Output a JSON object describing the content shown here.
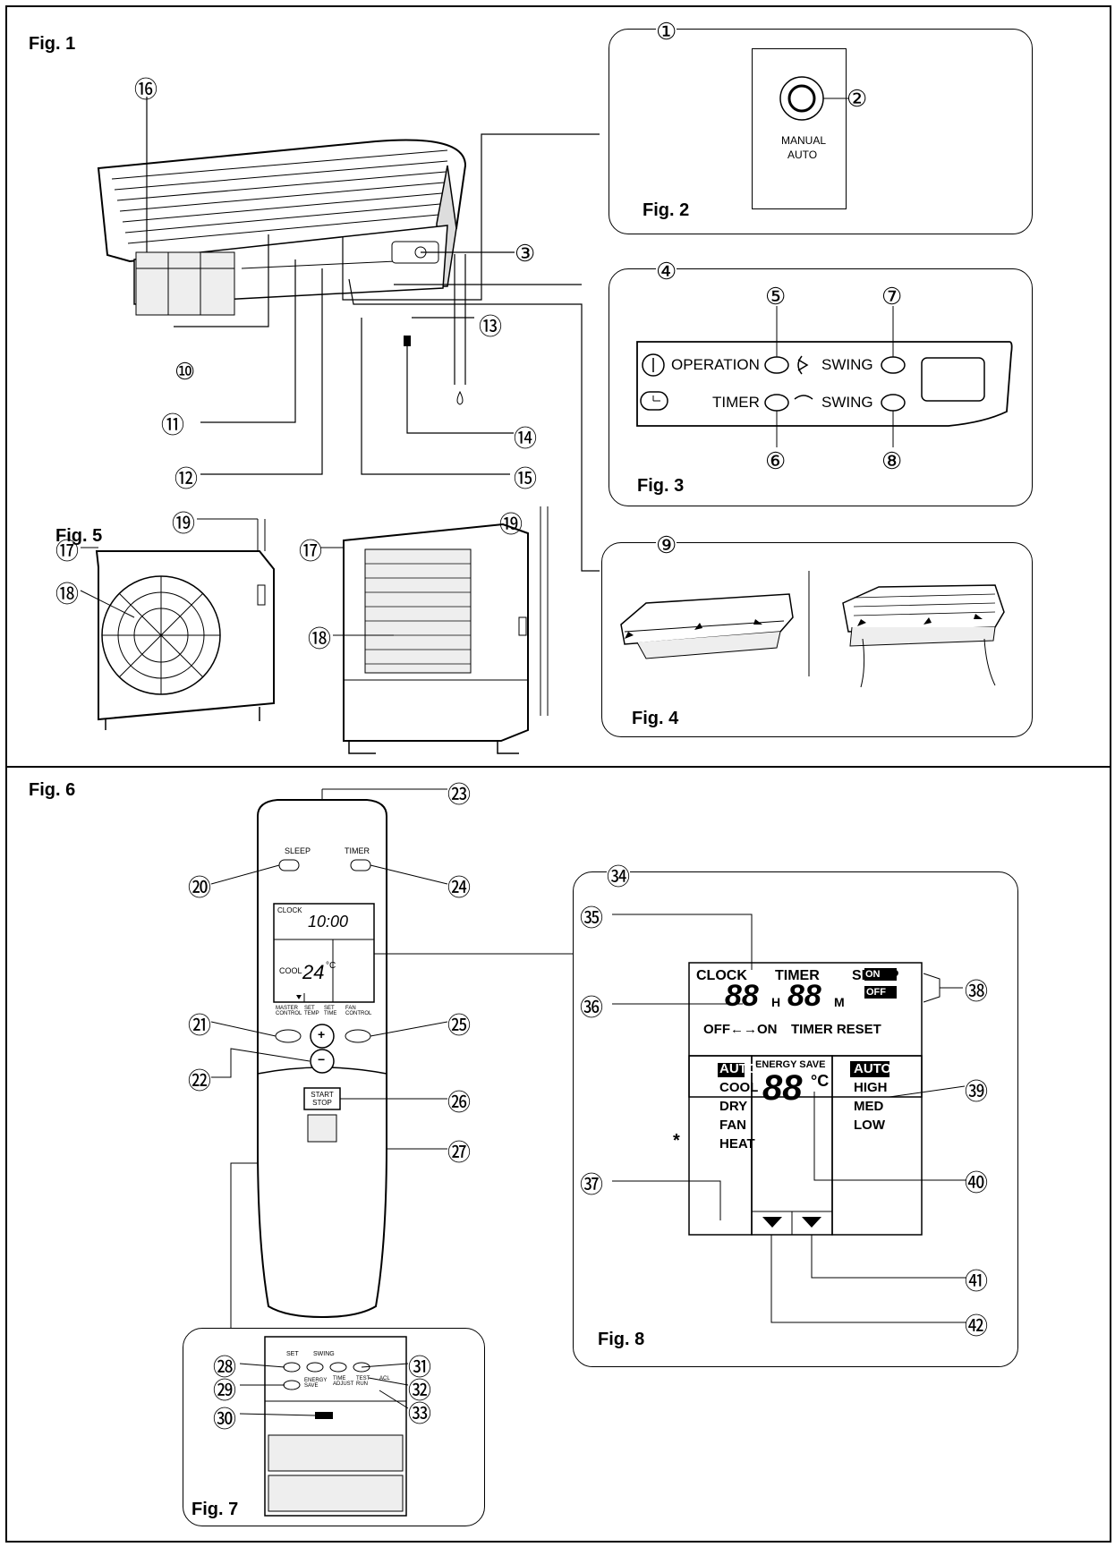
{
  "figures": {
    "fig1": "Fig. 1",
    "fig2": "Fig. 2",
    "fig3": "Fig. 3",
    "fig4": "Fig. 4",
    "fig5": "Fig. 5",
    "fig6": "Fig. 6",
    "fig7": "Fig. 7",
    "fig8": "Fig. 8"
  },
  "fig2": {
    "button_text_1": "MANUAL",
    "button_text_2": "AUTO"
  },
  "fig3": {
    "operation": "OPERATION",
    "swing": "SWING",
    "timer": "TIMER"
  },
  "remote": {
    "sleep": "SLEEP",
    "timer": "TIMER",
    "clock": "CLOCK",
    "time": "10:00",
    "mode": "COOL",
    "temp": "24",
    "unit": "°C",
    "master_control": "MASTER CONTROL",
    "set_temp": "SET TEMP",
    "set_time": "SET TIME",
    "fan_control": "FAN CONTROL",
    "plus": "+",
    "minus": "−",
    "start_stop": "START STOP",
    "back_set": "SET",
    "back_swing": "SWING",
    "back_energy": "ENERGY SAVE",
    "back_time_adjust": "TIME ADJUST",
    "back_test": "TEST RUN",
    "back_acl": "ACL"
  },
  "lcd": {
    "clock": "CLOCK",
    "timer": "TIMER",
    "sleep": "SLEEP",
    "time_digits": "88",
    "h": "H",
    "m": "M",
    "time_digits2": "88",
    "on": "ON",
    "off": "OFF",
    "off_on": "OFF←→ON",
    "timer_reset": "TIMER RESET",
    "energy_save": "ENERGY SAVE",
    "temp_digits": "88",
    "unit": "°C",
    "modes": [
      "AUTO",
      "COOL",
      "DRY",
      "FAN",
      "HEAT"
    ],
    "fans": [
      "AUTO",
      "HIGH",
      "MED",
      "LOW"
    ],
    "asterisk": "*"
  },
  "callouts": [
    "①",
    "②",
    "③",
    "④",
    "⑤",
    "⑥",
    "⑦",
    "⑧",
    "⑨",
    "⑩",
    "⑪",
    "⑫",
    "⑬",
    "⑭",
    "⑮",
    "⑯",
    "⑰",
    "⑱",
    "⑲",
    "⑳",
    "㉑",
    "㉒",
    "㉓",
    "㉔",
    "㉕",
    "㉖",
    "㉗",
    "㉘",
    "㉙",
    "㉚",
    "㉛",
    "㉜",
    "㉝",
    "㉞",
    "㉟",
    "㊱",
    "㊲",
    "㊳",
    "㊴",
    "㊵",
    "㊶",
    "㊷"
  ]
}
